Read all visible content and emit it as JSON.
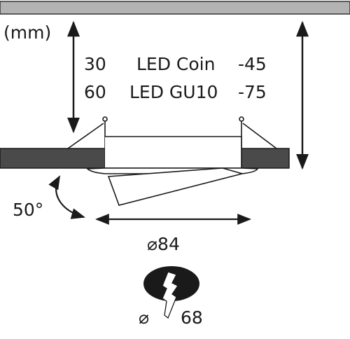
{
  "units": "(mm)",
  "table": {
    "rows": [
      {
        "min": "30",
        "name": "LED Coin",
        "max": "-45"
      },
      {
        "min": "60",
        "name": "LED GU10",
        "max": "-75"
      }
    ]
  },
  "tilt_angle": "50°",
  "outer_diameter": "⌀84",
  "cutout": {
    "symbol": "⌀",
    "value": "68"
  },
  "colors": {
    "ceiling": "#b3b3b3",
    "panel": "#4a4a4a",
    "ink": "#1a1a1a",
    "background": "#ffffff"
  },
  "icons": [
    "cutout-hole-icon",
    "lightning-icon"
  ]
}
